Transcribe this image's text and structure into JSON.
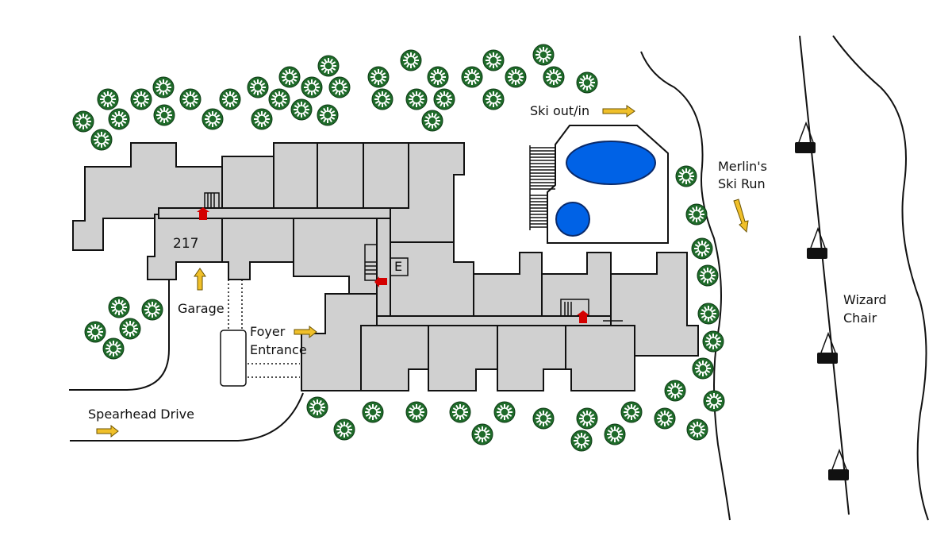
{
  "labels": {
    "ski_out_in": "Ski out/in",
    "merlins_ski_run_1": "Merlin's",
    "merlins_ski_run_2": "Ski Run",
    "room_217": "217",
    "elevator": "E",
    "garage": "Garage",
    "foyer_1": "Foyer",
    "foyer_2": "Entrance",
    "spearhead_drive": "Spearhead Drive",
    "wizard_chair_1": "Wizard",
    "wizard_chair_2": "Chair"
  },
  "colors": {
    "building": "#d0d0d0",
    "pool": "#0062e6",
    "tree": "#1f6b2a",
    "arrow": "#f0c02a",
    "stair_marker": "#d40000"
  }
}
